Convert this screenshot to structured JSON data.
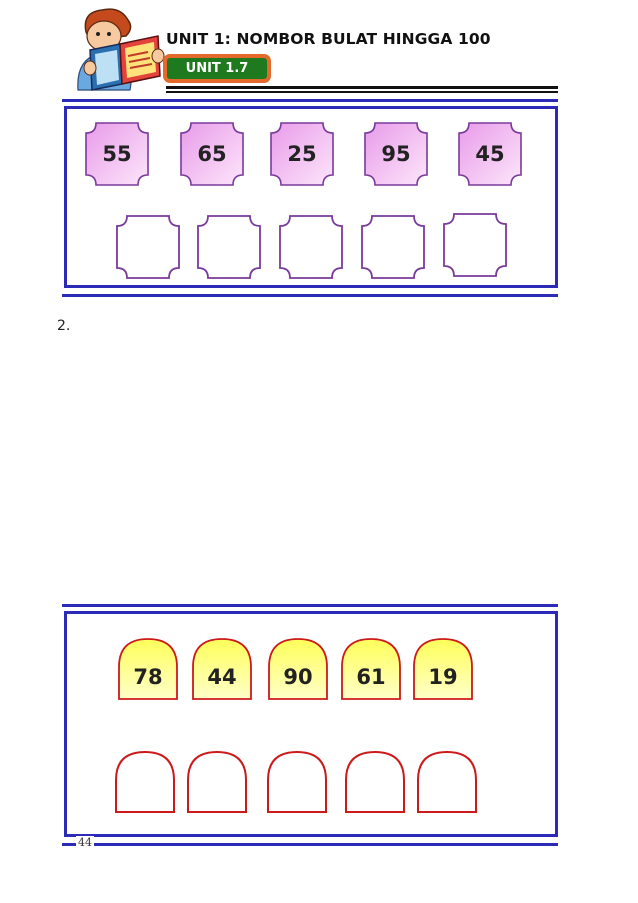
{
  "header": {
    "title": "UNIT 1: NOMBOR BULAT HINGGA 100",
    "badge": "UNIT 1.7"
  },
  "section1": {
    "numbers": [
      "55",
      "65",
      "25",
      "95",
      "45"
    ],
    "blank_count": 5
  },
  "question2_label": "2.",
  "section2": {
    "numbers": [
      "78",
      "44",
      "90",
      "61",
      "19"
    ],
    "blank_count": 5
  },
  "page_number": "44",
  "colors": {
    "frame": "#2b2bb8",
    "octagon_fill": "#f4c8f6",
    "octagon_stroke": "#7a3a9a",
    "arch_fill": "#ffff88",
    "arch_stroke": "#cc1a1a",
    "badge_bg": "#1f7a1f",
    "badge_border": "#e46a2c"
  },
  "icons": {
    "mascot": "boy-reading-book-icon"
  }
}
